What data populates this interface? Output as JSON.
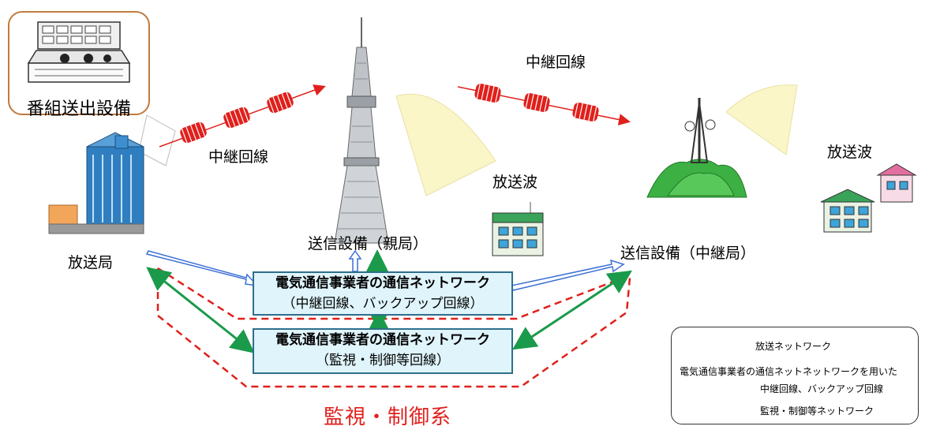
{
  "facility": {
    "label": "番組送出設備",
    "icon": "broadcast-console-icon"
  },
  "labels": {
    "relay_line_1": "中継回線",
    "relay_line_2": "中継回線",
    "broadcast_station": "放送局",
    "tx_master": "送信設備（親局）",
    "tx_relay": "送信設備（中継局）",
    "broadcast_wave_1": "放送波",
    "broadcast_wave_2": "放送波"
  },
  "networks": {
    "upper": {
      "line1": "電気通信事業者の通信ネットワーク",
      "line2": "（中継回線、バックアップ回線）"
    },
    "lower": {
      "line1": "電気通信事業者の通信ネットワーク",
      "line2": "（監視・制御等回線）"
    }
  },
  "monitoring_system": "監視・制御系",
  "legend": {
    "broadcast_network": "放送ネットワーク",
    "carrier_caption": "電気通信事業者の通信ネットネットワークを用いた",
    "relay_backup": "中継回線、バックアップ回線",
    "monitoring_network": "監視・制御等ネットワーク"
  },
  "colors": {
    "broadcast_red": "#e0201c",
    "relay_blue": "#3b6fd6",
    "monitor_green": "#1a9a4a",
    "net_box_fill": "#dff4fb",
    "wave_fill": "#fbf6c8",
    "mountain_green": "#3cb043"
  },
  "icons": [
    "tv-tower-icon",
    "broadcast-building-icon",
    "relay-mountain-icon",
    "house-icon",
    "apartment-icon"
  ]
}
